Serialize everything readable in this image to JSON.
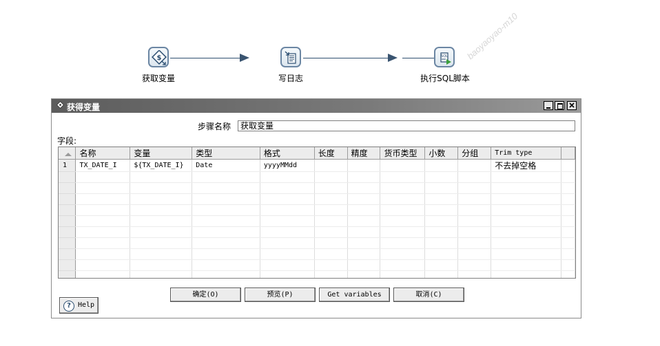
{
  "canvas": {
    "steps": [
      {
        "label": "获取变量",
        "icon": "get-variables-icon"
      },
      {
        "label": "写日志",
        "icon": "write-log-icon"
      },
      {
        "label": "执行SQL脚本",
        "icon": "execute-sql-icon"
      }
    ],
    "watermark": "baoyaoyao-m10"
  },
  "dialog": {
    "title": "获得变量",
    "step_name_label": "步骤名称",
    "step_name_value": "获取变量",
    "fields_label": "字段:",
    "table": {
      "columns": [
        "名称",
        "变量",
        "类型",
        "格式",
        "长度",
        "精度",
        "货币类型",
        "小数",
        "分组",
        "Trim type"
      ],
      "rows": [
        {
          "num": "1",
          "cells": [
            "TX_DATE_I",
            "${TX_DATE_I}",
            "Date",
            "yyyyMMdd",
            "",
            "",
            "",
            "",
            "",
            "不去掉空格"
          ]
        }
      ]
    },
    "buttons": {
      "ok": "确定(O)",
      "preview": "预览(P)",
      "get_variables": "Get variables",
      "cancel": "取消(C)",
      "help": "Help"
    }
  }
}
